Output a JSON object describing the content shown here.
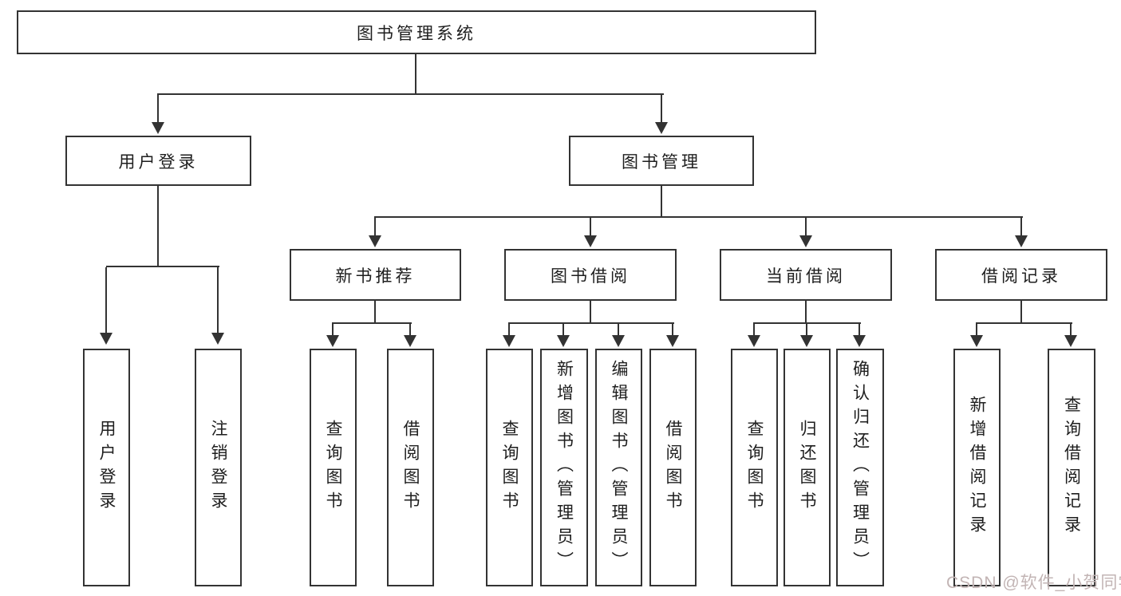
{
  "colors": {
    "line": "#333333",
    "background": "#ffffff",
    "watermark": "#c2b4b4",
    "text": "#1e1e1e"
  },
  "watermark": {
    "text": "CSDN @软件_小贺同学"
  },
  "tree": {
    "root": {
      "label": "图书管理系统"
    },
    "branches": [
      {
        "label": "用户登录",
        "children_labels": [
          "用户登录",
          "注销登录"
        ]
      },
      {
        "label": "图书管理",
        "children": [
          {
            "label": "新书推荐",
            "children_labels": [
              "查询图书",
              "借阅图书"
            ]
          },
          {
            "label": "图书借阅",
            "children_labels": [
              "查询图书",
              "新增图书（管理员）",
              "编辑图书（管理员）",
              "借阅图书"
            ]
          },
          {
            "label": "当前借阅",
            "children_labels": [
              "查询图书",
              "归还图书",
              "确认归还（管理员）"
            ]
          },
          {
            "label": "借阅记录",
            "children_labels": [
              "新增借阅记录",
              "查询借阅记录"
            ]
          }
        ]
      }
    ]
  }
}
